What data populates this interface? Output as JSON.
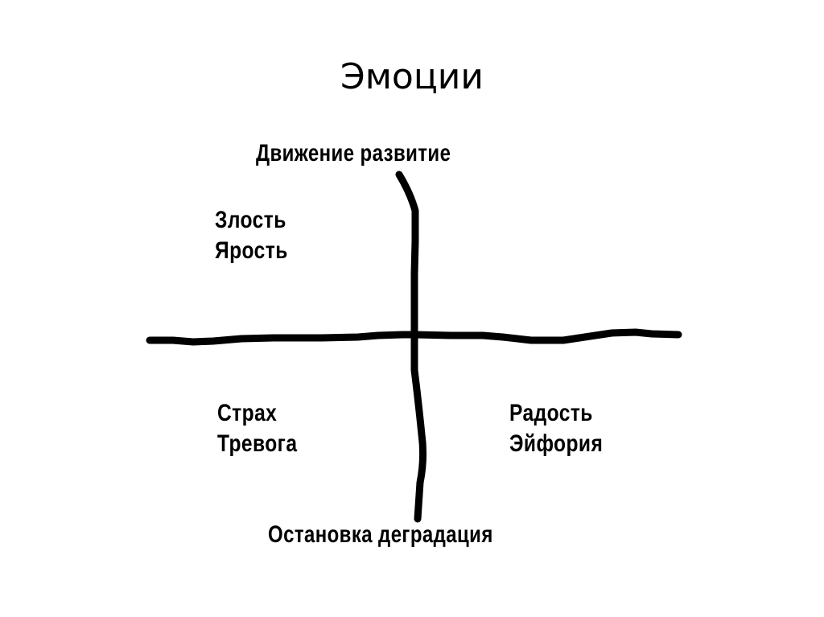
{
  "slide": {
    "title": "Эмоции"
  },
  "diagram": {
    "axis_top_label": "Движение развитие",
    "axis_bottom_label": "Остановка деградация",
    "quadrants": {
      "top_left": [
        "Злость",
        "Ярость"
      ],
      "top_right": [],
      "bottom_left": [
        "Страх",
        "Тревога"
      ],
      "bottom_right": [
        "Радость",
        "Эйфория"
      ]
    },
    "line_color": "#000000",
    "background": "#ffffff"
  }
}
